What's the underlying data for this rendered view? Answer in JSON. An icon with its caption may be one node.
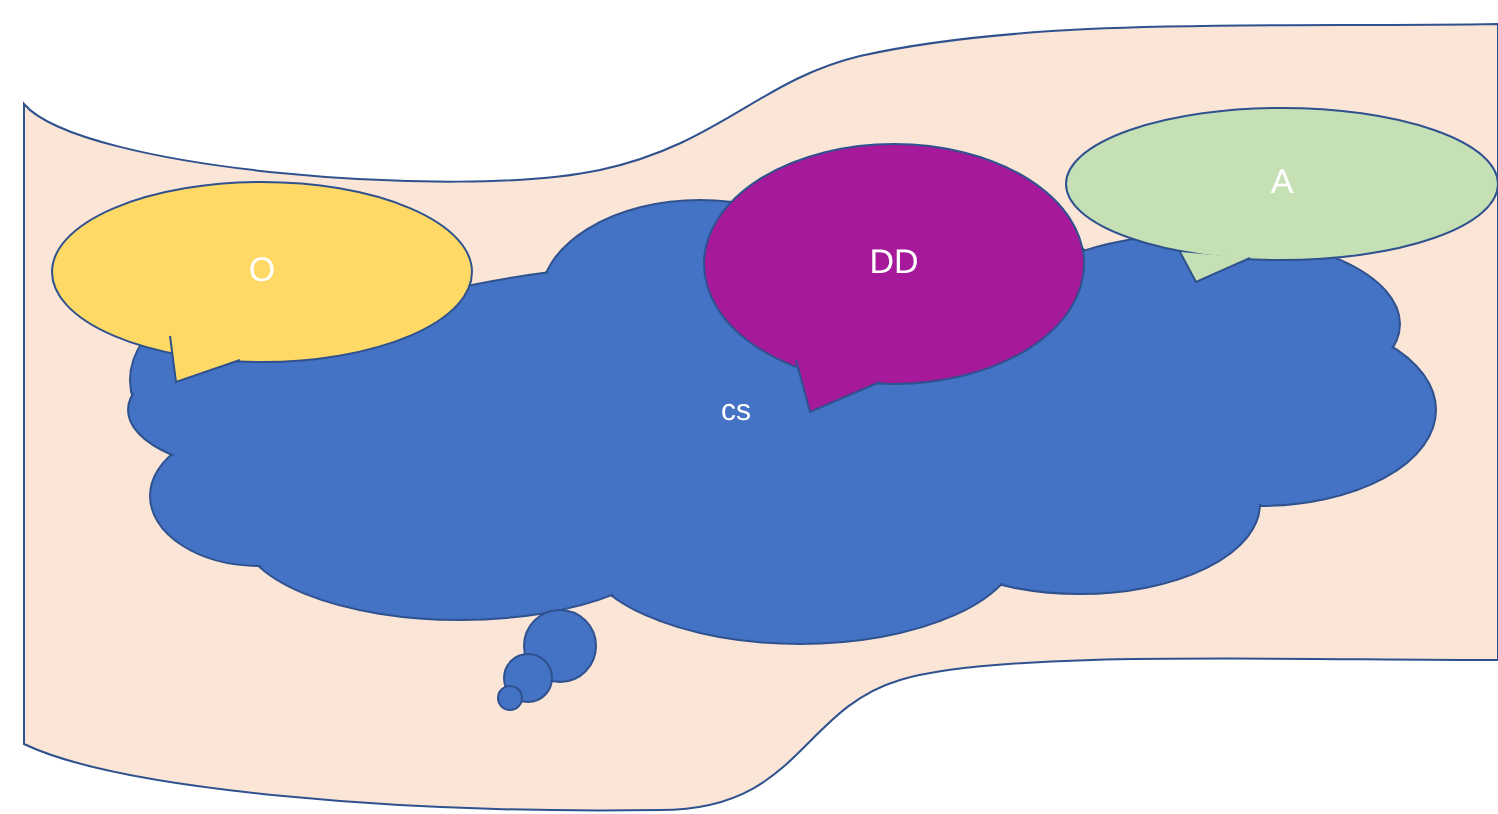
{
  "diagram": {
    "nodes": [
      {
        "text": [
          "cs"
        ]
      },
      {
        "text": [
          "O"
        ]
      },
      {
        "text": [
          "DD"
        ]
      },
      {
        "text": [
          "A"
        ]
      }
    ]
  }
}
